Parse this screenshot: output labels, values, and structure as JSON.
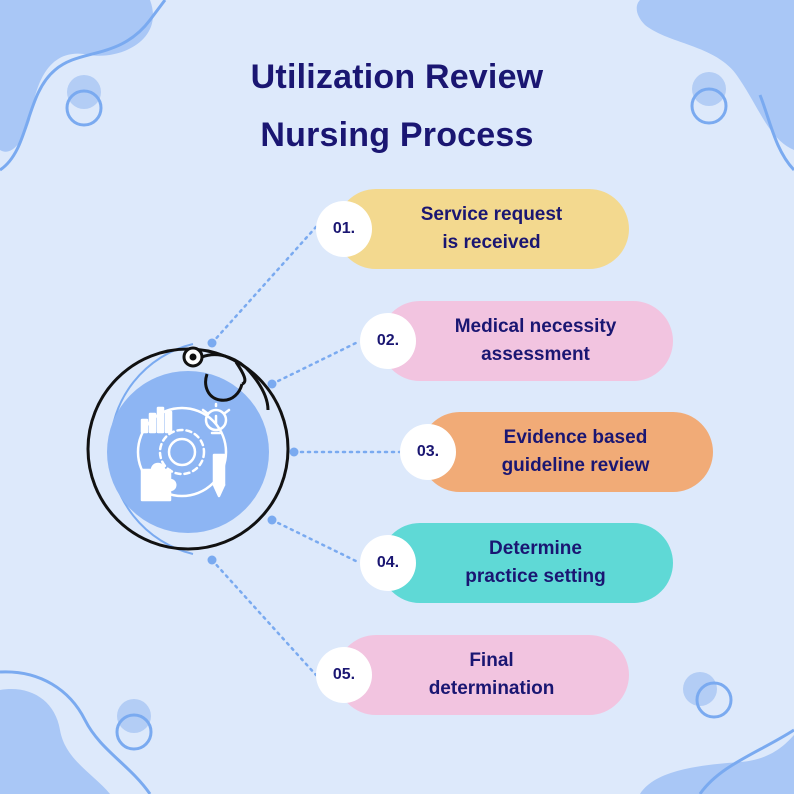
{
  "title": {
    "line1": "Utilization Review",
    "line2": "Nursing Process"
  },
  "colors": {
    "background": "#dde9fb",
    "text": "#1a1672",
    "accent": "#7aaaf0",
    "step1": "#f3d98f",
    "step2": "#f2c4e0",
    "step3": "#f1ab77",
    "step4": "#5fd9d6",
    "step5": "#f2c4e0"
  },
  "hub": {
    "icon": "strategy-gear-icon",
    "stethoscope_icon": "stethoscope-icon"
  },
  "steps": [
    {
      "number": "01.",
      "line1": "Service request",
      "line2": "is received"
    },
    {
      "number": "02.",
      "line1": "Medical necessity",
      "line2": "assessment"
    },
    {
      "number": "03.",
      "line1": "Evidence based",
      "line2": "guideline review"
    },
    {
      "number": "04.",
      "line1": "Determine",
      "line2": "practice setting"
    },
    {
      "number": "05.",
      "line1": "Final",
      "line2": "determination"
    }
  ]
}
